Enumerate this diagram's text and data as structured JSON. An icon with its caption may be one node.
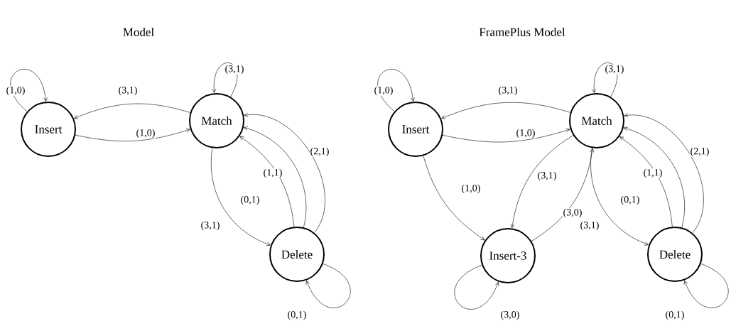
{
  "diagram": {
    "labels": [
      "Model",
      "FramePlus Model"
    ],
    "nodes": [
      {
        "text": [
          "Insert"
        ]
      },
      {
        "text": [
          "Match"
        ]
      },
      {
        "text": [
          "Delete"
        ]
      },
      {
        "text": [
          "Insert"
        ]
      },
      {
        "text": [
          "Match"
        ]
      },
      {
        "text": [
          "Insert-3"
        ]
      },
      {
        "text": [
          "Delete"
        ]
      }
    ],
    "edges": [
      {
        "from": 0,
        "to": 0,
        "arrow": "to",
        "label": "(1,0)"
      },
      {
        "from": 1,
        "to": 1,
        "arrow": "to",
        "label": "(3,1)"
      },
      {
        "from": 1,
        "to": 0,
        "arrow": "to",
        "label": "(3,1)"
      },
      {
        "from": 0,
        "to": 1,
        "arrow": "to",
        "label": "(1,0)"
      },
      {
        "from": 1,
        "to": 2,
        "arrow": "to",
        "label": "(3,1)"
      },
      {
        "from": 2,
        "to": 1,
        "arrow": "to",
        "label": "(0,1)"
      },
      {
        "from": 2,
        "to": 1,
        "arrow": "to",
        "label": "(1,1)"
      },
      {
        "from": 2,
        "to": 1,
        "arrow": "to",
        "label": "(2,1)"
      },
      {
        "from": 2,
        "to": 2,
        "arrow": "to",
        "label": "(0,1)"
      },
      {
        "from": 3,
        "to": 3,
        "arrow": "to",
        "label": "(1,0)"
      },
      {
        "from": 4,
        "to": 4,
        "arrow": "to",
        "label": "(3,1)"
      },
      {
        "from": 4,
        "to": 3,
        "arrow": "to",
        "label": "(3,1)"
      },
      {
        "from": 3,
        "to": 4,
        "arrow": "to",
        "label": "(1,0)"
      },
      {
        "from": 3,
        "to": 5,
        "arrow": "to",
        "label": "(1,0)"
      },
      {
        "from": 4,
        "to": 5,
        "arrow": "to",
        "label": "(3,1)"
      },
      {
        "from": 5,
        "to": 4,
        "arrow": "to",
        "label": "(3,0)"
      },
      {
        "from": 4,
        "to": 6,
        "arrow": "to",
        "label": "(3,1)"
      },
      {
        "from": 6,
        "to": 4,
        "arrow": "to",
        "label": "(0,1)"
      },
      {
        "from": 6,
        "to": 4,
        "arrow": "to",
        "label": "(1,1)"
      },
      {
        "from": 6,
        "to": 4,
        "arrow": "to",
        "label": "(2,1)"
      },
      {
        "from": 6,
        "to": 6,
        "arrow": "to",
        "label": "(0,1)"
      },
      {
        "from": 5,
        "to": 5,
        "arrow": "to",
        "label": "(3,0)"
      }
    ]
  }
}
